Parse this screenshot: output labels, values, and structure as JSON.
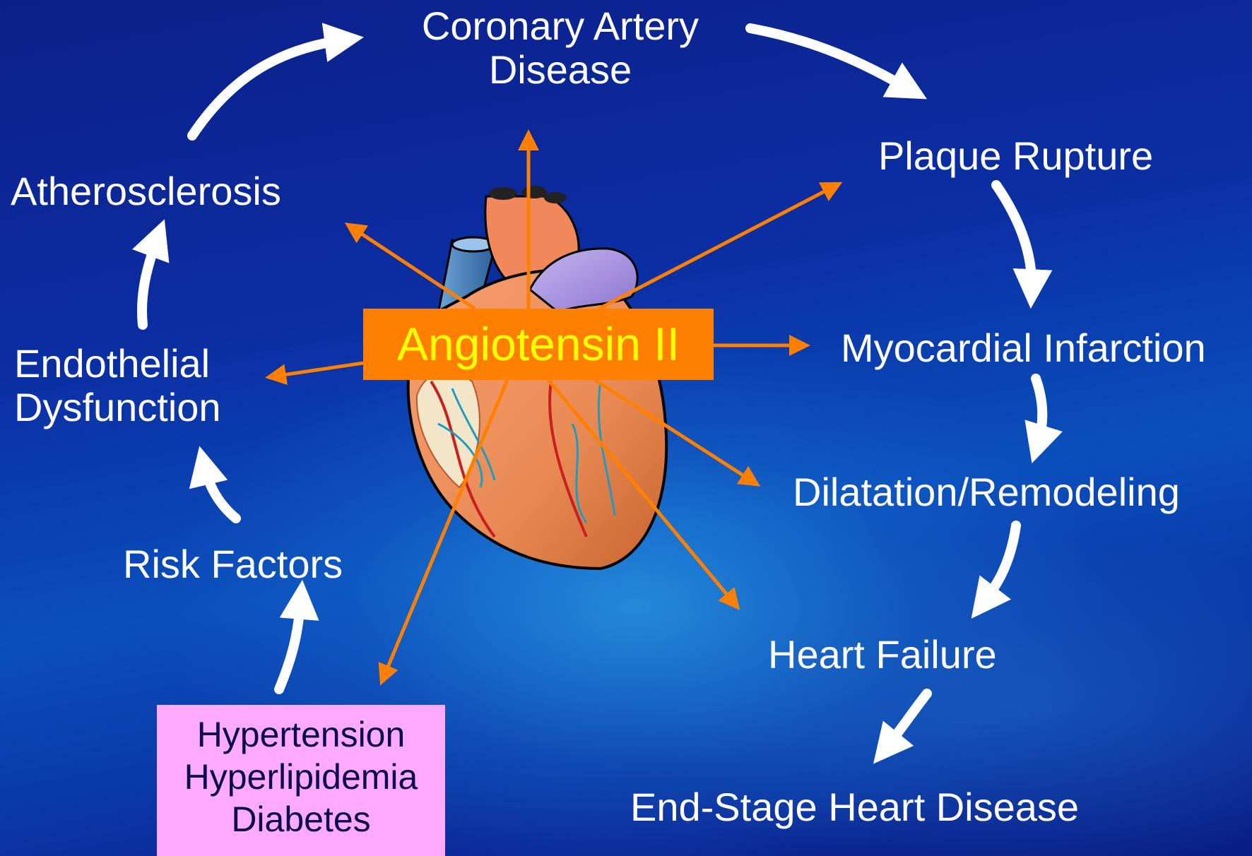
{
  "center": "Angiotensin II",
  "stages": {
    "coronary_artery_disease": [
      "Coronary Artery",
      "Disease"
    ],
    "plaque_rupture": "Plaque Rupture",
    "myocardial_infarction": "Myocardial Infarction",
    "dilatation_remodeling": "Dilatation/Remodeling",
    "heart_failure": "Heart Failure",
    "end_stage_heart_disease": "End-Stage Heart Disease",
    "atherosclerosis": "Atherosclerosis",
    "endothelial_dysfunction": [
      "Endothelial",
      "Dysfunction"
    ],
    "risk_factors": "Risk Factors"
  },
  "risk_factor_list": [
    "Hypertension",
    "Hyperlipidemia",
    "Diabetes"
  ],
  "colors": {
    "background": "#0b2ea3",
    "arrow_cycle": "#ffffff",
    "arrow_angiotensin": "#ff8000",
    "center_box": "#ff8000",
    "center_text": "#ffff00",
    "factors_box": "#ffaaff",
    "heart": "heart-illustration"
  }
}
